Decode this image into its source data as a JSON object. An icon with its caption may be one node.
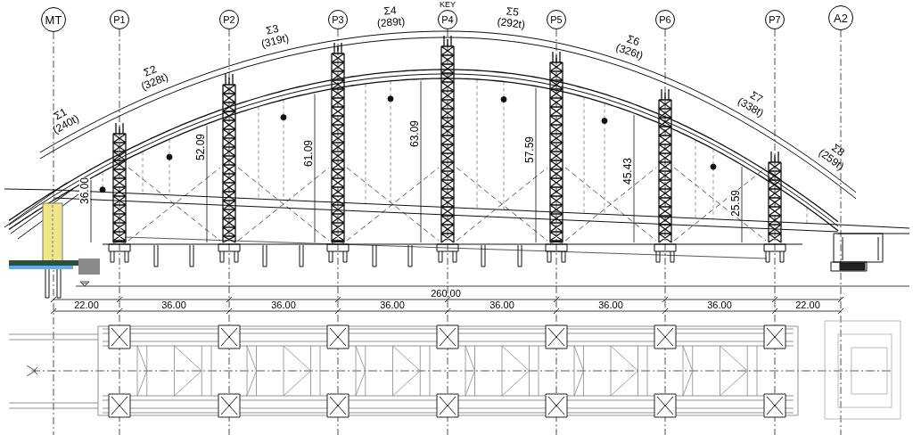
{
  "diagram": {
    "nodes": [
      {
        "text": [
          "MT"
        ]
      },
      {
        "text": [
          "P1"
        ]
      },
      {
        "text": [
          "P2"
        ]
      },
      {
        "text": [
          "P3"
        ]
      },
      {
        "text": [
          "P4"
        ],
        "beside": [
          "KEY"
        ]
      },
      {
        "text": [
          "P5"
        ]
      },
      {
        "text": [
          "P6"
        ]
      },
      {
        "text": [
          "P7"
        ]
      },
      {
        "text": [
          "A2"
        ]
      }
    ],
    "labels": [
      "Σ1 (240t)",
      "Σ2 (328t)",
      "Σ3 (319t)",
      "Σ4 (289t)",
      "Σ5 (292t)",
      "Σ6 (326t)",
      "Σ7 (338t)",
      "Σ8 (259t)",
      "36.00",
      "52.09",
      "61.09",
      "63.09",
      "57.59",
      "45.43",
      "25.59",
      "260.00",
      "22.00",
      "36.00",
      "36.00",
      "36.00",
      "36.00",
      "36.00",
      "36.00",
      "22.00"
    ]
  }
}
